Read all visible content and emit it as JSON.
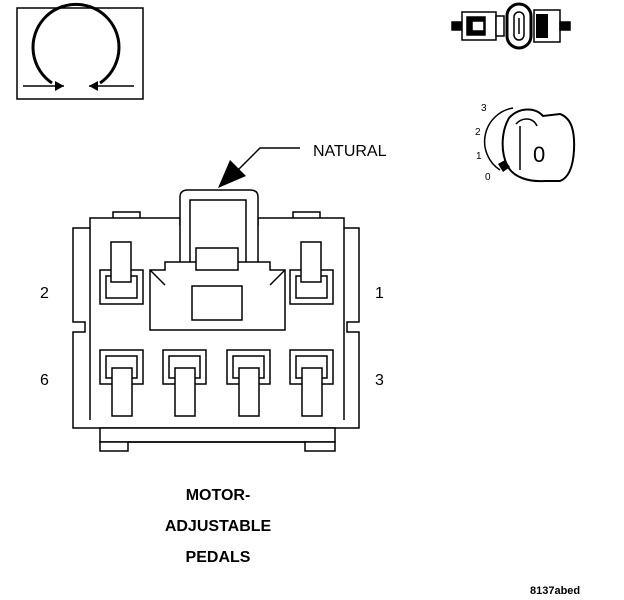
{
  "callout": {
    "natural": "NATURAL"
  },
  "pins": {
    "top_left": "2",
    "top_right": "1",
    "bottom_left": "6",
    "bottom_right": "3"
  },
  "title": {
    "line1": "MOTOR-",
    "line2": "ADJUSTABLE",
    "line3": "PEDALS"
  },
  "lock_icon": {
    "positions": [
      "3",
      "2",
      "1",
      "0"
    ],
    "key_label": "0"
  },
  "reference": "8137abed"
}
